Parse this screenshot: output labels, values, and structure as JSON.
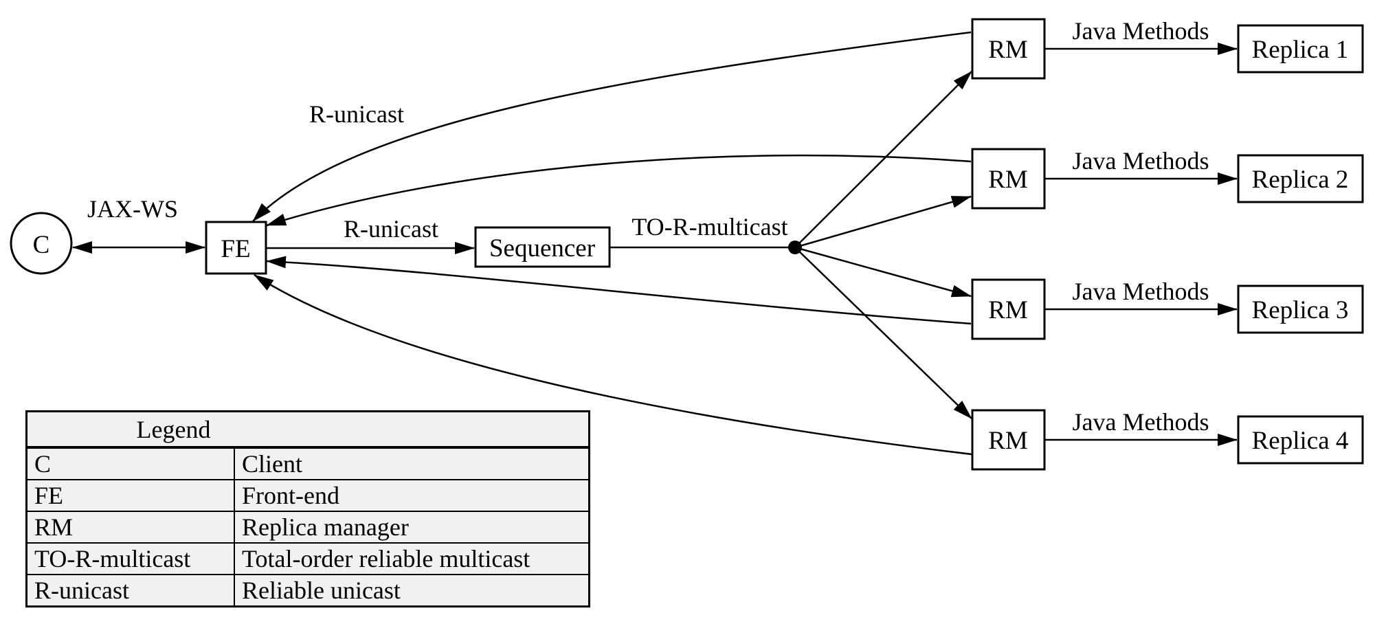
{
  "nodes": {
    "client": "C",
    "frontend": "FE",
    "sequencer": "Sequencer",
    "replica_managers": [
      "RM",
      "RM",
      "RM",
      "RM"
    ],
    "replicas": [
      "Replica 1",
      "Replica 2",
      "Replica 3",
      "Replica 4"
    ]
  },
  "edge_labels": {
    "jax_ws": "JAX-WS",
    "r_unicast_top": "R-unicast",
    "r_unicast_mid": "R-unicast",
    "to_r_multicast": "TO-R-multicast",
    "java_methods": [
      "Java Methods",
      "Java Methods",
      "Java Methods",
      "Java Methods"
    ]
  },
  "legend": {
    "title": "Legend",
    "rows": [
      {
        "term": "C",
        "definition": "Client"
      },
      {
        "term": "FE",
        "definition": "Front-end"
      },
      {
        "term": "RM",
        "definition": "Replica manager"
      },
      {
        "term": "TO-R-multicast",
        "definition": "Total-order reliable multicast"
      },
      {
        "term": "R-unicast",
        "definition": "Reliable unicast"
      }
    ]
  },
  "colors": {
    "line": "#000000",
    "text": "#000000",
    "legend_fill": "#f1f1f1",
    "background": "#ffffff"
  }
}
